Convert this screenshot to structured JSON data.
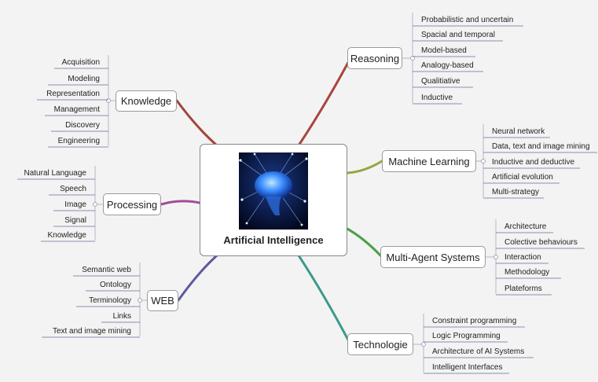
{
  "center": {
    "title": "Artificial Intelligence",
    "image": "glowing-brain-network"
  },
  "colors": {
    "knowledge": "#a0463c",
    "processing": "#a24c9a",
    "web": "#5b5a9e",
    "reasoning": "#a8463c",
    "machine_learning": "#9aa43c",
    "multi_agent": "#4aa04a",
    "technologie": "#3c9a8a",
    "leaf_line": "#6a6a9a",
    "bracket": "#c0b0c8"
  },
  "branches": {
    "reasoning": {
      "label": "Reasoning",
      "items": [
        "Probabilistic and uncertain",
        "Spacial and temporal",
        "Model-based",
        "Analogy-based",
        "Qualitiative",
        "Inductive"
      ]
    },
    "machine_learning": {
      "label": "Machine Learning",
      "items": [
        "Neural network",
        "Data, text and image mining",
        "Inductive and deductive",
        "Artificial evolution",
        "Multi-strategy"
      ]
    },
    "multi_agent": {
      "label": "Multi-Agent Systems",
      "items": [
        "Architecture",
        "Colective behaviours",
        "Interaction",
        "Methodology",
        "Plateforms"
      ]
    },
    "technologie": {
      "label": "Technologie",
      "items": [
        "Constraint programming",
        "Logic Programming",
        "Architecture of AI Systems",
        "Intelligent Interfaces"
      ]
    },
    "knowledge": {
      "label": "Knowledge",
      "items": [
        "Acquisition",
        "Modeling",
        "Representation",
        "Management",
        "Discovery",
        "Engineering"
      ]
    },
    "processing": {
      "label": "Processing",
      "items": [
        "Natural Language",
        "Speech",
        "Image",
        "Signal",
        "Knowledge"
      ]
    },
    "web": {
      "label": "WEB",
      "items": [
        "Semantic web",
        "Ontology",
        "Terminology",
        "Links",
        "Text and image mining"
      ]
    }
  }
}
